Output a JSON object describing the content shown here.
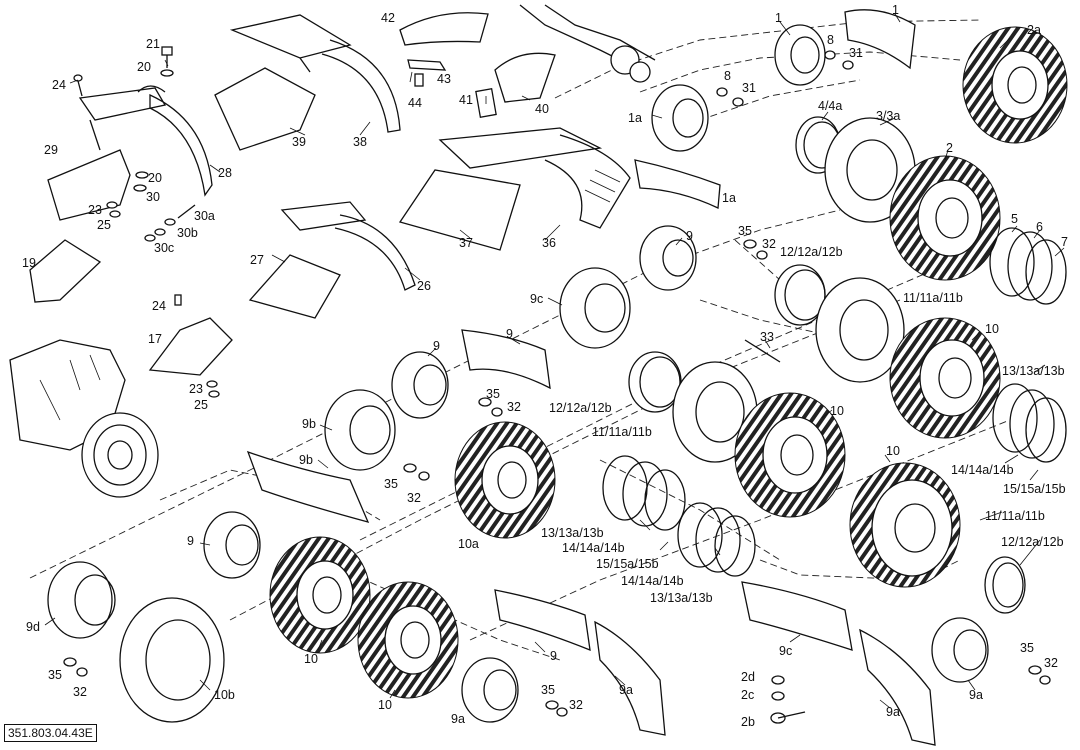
{
  "document_number": "351.803.04.43E",
  "callouts": [
    {
      "id": "c-1-top",
      "text": "1"
    },
    {
      "id": "c-1-hub",
      "text": "1"
    },
    {
      "id": "c-1a-rim",
      "text": "1a"
    },
    {
      "id": "c-1a-fender",
      "text": "1a"
    },
    {
      "id": "c-2a",
      "text": "2a"
    },
    {
      "id": "c-2",
      "text": "2"
    },
    {
      "id": "c-3-3a",
      "text": "3/3a"
    },
    {
      "id": "c-4-4a",
      "text": "4/4a"
    },
    {
      "id": "c-5",
      "text": "5"
    },
    {
      "id": "c-6",
      "text": "6"
    },
    {
      "id": "c-7",
      "text": "7"
    },
    {
      "id": "c-8-top",
      "text": "8"
    },
    {
      "id": "c-8-mid",
      "text": "8"
    },
    {
      "id": "c-31-top",
      "text": "31"
    },
    {
      "id": "c-31-mid",
      "text": "31"
    },
    {
      "id": "c-42",
      "text": "42"
    },
    {
      "id": "c-43",
      "text": "43"
    },
    {
      "id": "c-44",
      "text": "44"
    },
    {
      "id": "c-41",
      "text": "41"
    },
    {
      "id": "c-40",
      "text": "40"
    },
    {
      "id": "c-21",
      "text": "21"
    },
    {
      "id": "c-20-top",
      "text": "20"
    },
    {
      "id": "c-24-top",
      "text": "24"
    },
    {
      "id": "c-29",
      "text": "29"
    },
    {
      "id": "c-28",
      "text": "28"
    },
    {
      "id": "c-20-mid",
      "text": "20"
    },
    {
      "id": "c-30",
      "text": "30"
    },
    {
      "id": "c-23-top",
      "text": "23"
    },
    {
      "id": "c-25-top",
      "text": "25"
    },
    {
      "id": "c-30a",
      "text": "30a"
    },
    {
      "id": "c-30b",
      "text": "30b"
    },
    {
      "id": "c-30c",
      "text": "30c"
    },
    {
      "id": "c-39",
      "text": "39"
    },
    {
      "id": "c-38",
      "text": "38"
    },
    {
      "id": "c-37",
      "text": "37"
    },
    {
      "id": "c-36",
      "text": "36"
    },
    {
      "id": "c-27",
      "text": "27"
    },
    {
      "id": "c-26",
      "text": "26"
    },
    {
      "id": "c-19",
      "text": "19"
    },
    {
      "id": "c-24-mid",
      "text": "24"
    },
    {
      "id": "c-17",
      "text": "17"
    },
    {
      "id": "c-23-mid",
      "text": "23"
    },
    {
      "id": "c-25-mid",
      "text": "25"
    },
    {
      "id": "c-35-a",
      "text": "35"
    },
    {
      "id": "c-32-a",
      "text": "32"
    },
    {
      "id": "c-9-a",
      "text": "9"
    },
    {
      "id": "c-12-a",
      "text": "12/12a/12b"
    },
    {
      "id": "c-11-a",
      "text": "11/11a/11b"
    },
    {
      "id": "c-9c-a",
      "text": "9c"
    },
    {
      "id": "c-9-b",
      "text": "9"
    },
    {
      "id": "c-33",
      "text": "33"
    },
    {
      "id": "c-10-a",
      "text": "10"
    },
    {
      "id": "c-9-c",
      "text": "9"
    },
    {
      "id": "c-35-b",
      "text": "35"
    },
    {
      "id": "c-32-b",
      "text": "32"
    },
    {
      "id": "c-12-b",
      "text": "12/12a/12b"
    },
    {
      "id": "c-10-b",
      "text": "10"
    },
    {
      "id": "c-13-a",
      "text": "13/13a/13b"
    },
    {
      "id": "c-11-b",
      "text": "11/11a/11b"
    },
    {
      "id": "c-10-c",
      "text": "10"
    },
    {
      "id": "c-14-a",
      "text": "14/14a/14b"
    },
    {
      "id": "c-15-a",
      "text": "15/15a/15b"
    },
    {
      "id": "c-11-c",
      "text": "11/11a/11b"
    },
    {
      "id": "c-12-c",
      "text": "12/12a/12b"
    },
    {
      "id": "c-9b-a",
      "text": "9b"
    },
    {
      "id": "c-9b-b",
      "text": "9b"
    },
    {
      "id": "c-35-c",
      "text": "35"
    },
    {
      "id": "c-32-c",
      "text": "32"
    },
    {
      "id": "c-10a",
      "text": "10a"
    },
    {
      "id": "c-13-b",
      "text": "13/13a/13b"
    },
    {
      "id": "c-14-b",
      "text": "14/14a/14b"
    },
    {
      "id": "c-15-b",
      "text": "15/15a/15b"
    },
    {
      "id": "c-14-c",
      "text": "14/14a/14b"
    },
    {
      "id": "c-13-c",
      "text": "13/13a/13b"
    },
    {
      "id": "c-9-d",
      "text": "9"
    },
    {
      "id": "c-9d",
      "text": "9d"
    },
    {
      "id": "c-35-d",
      "text": "35"
    },
    {
      "id": "c-32-d",
      "text": "32"
    },
    {
      "id": "c-10-d",
      "text": "10"
    },
    {
      "id": "c-10b",
      "text": "10b"
    },
    {
      "id": "c-10-e",
      "text": "10"
    },
    {
      "id": "c-9a-a",
      "text": "9a"
    },
    {
      "id": "c-35-e",
      "text": "35"
    },
    {
      "id": "c-32-e",
      "text": "32"
    },
    {
      "id": "c-9-e",
      "text": "9"
    },
    {
      "id": "c-9a-b",
      "text": "9a"
    },
    {
      "id": "c-2d",
      "text": "2d"
    },
    {
      "id": "c-2c",
      "text": "2c"
    },
    {
      "id": "c-2b",
      "text": "2b"
    },
    {
      "id": "c-9c-b",
      "text": "9c"
    },
    {
      "id": "c-9a-c",
      "text": "9a"
    },
    {
      "id": "c-9a-d",
      "text": "9a"
    },
    {
      "id": "c-35-f",
      "text": "35"
    },
    {
      "id": "c-32-f",
      "text": "32"
    }
  ]
}
